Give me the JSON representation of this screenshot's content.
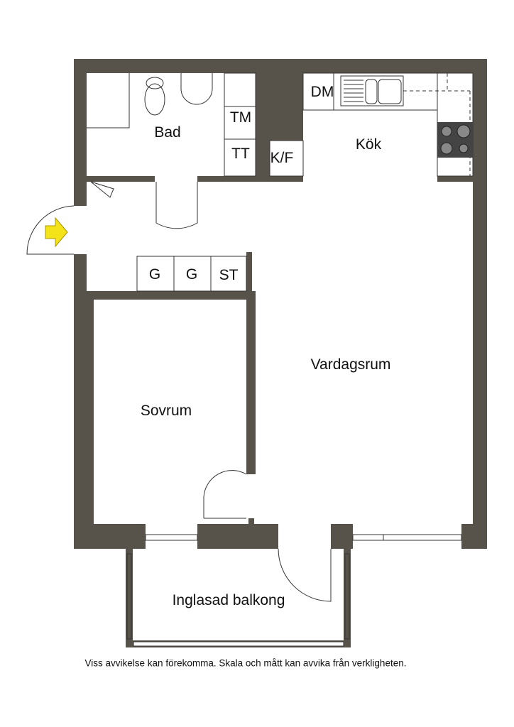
{
  "plan": {
    "rooms": {
      "bad": "Bad",
      "kok": "Kök",
      "vardagsrum": "Vardagsrum",
      "sovrum": "Sovrum",
      "balkong": "Inglasad balkong"
    },
    "fixtures": {
      "tm": "TM",
      "tt": "TT",
      "kf": "K/F",
      "dm": "DM",
      "g1": "G",
      "g2": "G",
      "st": "ST"
    },
    "entrance_icon": "entrance-arrow-icon",
    "colors": {
      "wall": "#58534a",
      "arrow": "#f5e31a"
    }
  },
  "disclaimer": "Viss avvikelse kan förekomma. Skala och mått kan avvika från verkligheten."
}
